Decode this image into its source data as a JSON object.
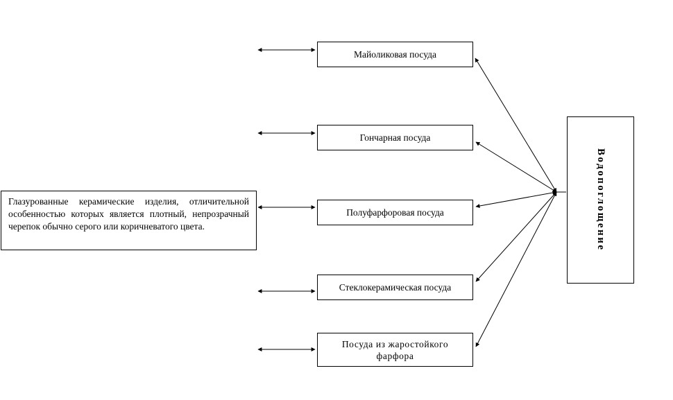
{
  "diagram": {
    "categories": [
      {
        "id": "majolica",
        "label": "Майоликовая посуда"
      },
      {
        "id": "pottery",
        "label": "Гончарная посуда"
      },
      {
        "id": "semi",
        "label": "Полуфарфоровая посуда"
      },
      {
        "id": "glass",
        "label": "Стеклокерамическая посуда"
      },
      {
        "id": "fireproof",
        "label": "Посуда из жаростойкого фарфора"
      }
    ],
    "description": "Глазурованные керамические изделия, отличительной особенностью которых является плотный, непрозрачный черепок обычно серого или коричневатого цвета.",
    "property": "Водопоглощение",
    "line_color": "#000000"
  }
}
